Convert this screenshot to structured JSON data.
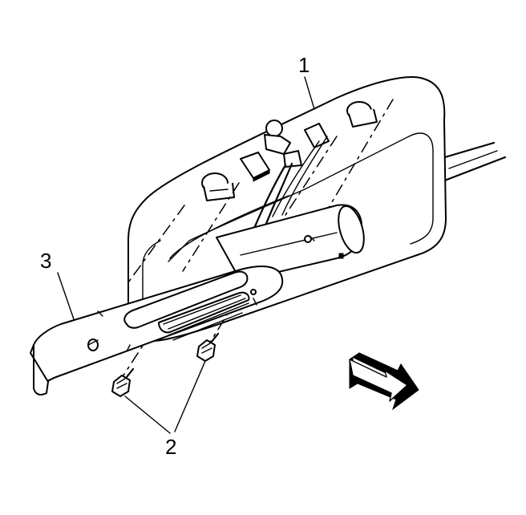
{
  "diagram": {
    "callouts": {
      "door_panel": "1",
      "screws": "2",
      "trim_panel": "3"
    },
    "icons": {
      "direction_arrow": "forward-arrow-icon",
      "screw": "screw-icon",
      "clip": "clip-icon"
    }
  }
}
